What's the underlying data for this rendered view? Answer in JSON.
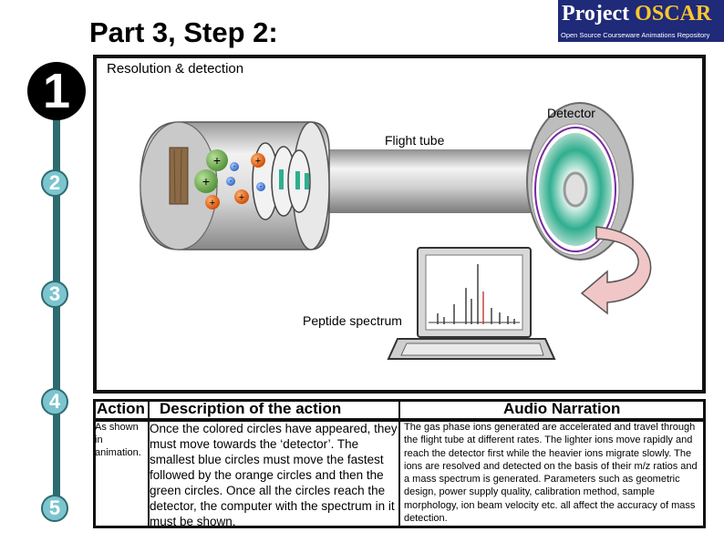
{
  "title": "Part 3, Step 2:",
  "logo": {
    "line1_a": "Project ",
    "line1_b": "OSCAR",
    "line2": "Open Source Courseware Animations Repository"
  },
  "steps": [
    "1",
    "2",
    "3",
    "4",
    "5"
  ],
  "panel": {
    "heading": "Resolution & detection",
    "labels": {
      "detector": "Detector",
      "flight_tube": "Flight tube",
      "peptide_spectrum": "Peptide spectrum"
    },
    "ion_signs": {
      "positive": "+",
      "negative": "-"
    }
  },
  "table": {
    "headers": {
      "action": "Action",
      "description": "Description of the action",
      "audio": "Audio Narration"
    },
    "action_text": "As shown in animation.",
    "description_text": "Once the colored circles have appeared, they must move towards the ‘detector’. The smallest blue circles must move the fastest followed by the orange circles and then the green circles. Once all the circles reach the detector, the computer with the spectrum in it must be shown.",
    "audio_text": "The gas phase ions generated are accelerated and travel through the flight tube at different rates. The lighter ions move rapidly and reach the detector first while the heavier ions migrate slowly. The ions are resolved and detected on the basis of their m/z ratios and a mass spectrum is generated. Parameters such as geometric design, power supply quality, calibration method, sample morphology, ion beam velocity etc. all affect the accuracy of mass detection."
  },
  "colors": {
    "step_line": "#2e6b70",
    "step_badge": "#7cc5cf",
    "green_ion": "#6aa84f",
    "orange_ion": "#e06010",
    "blue_ion": "#4a86e8",
    "detector_glow": "#2fae8f",
    "arrow": "#e6a8a8"
  }
}
